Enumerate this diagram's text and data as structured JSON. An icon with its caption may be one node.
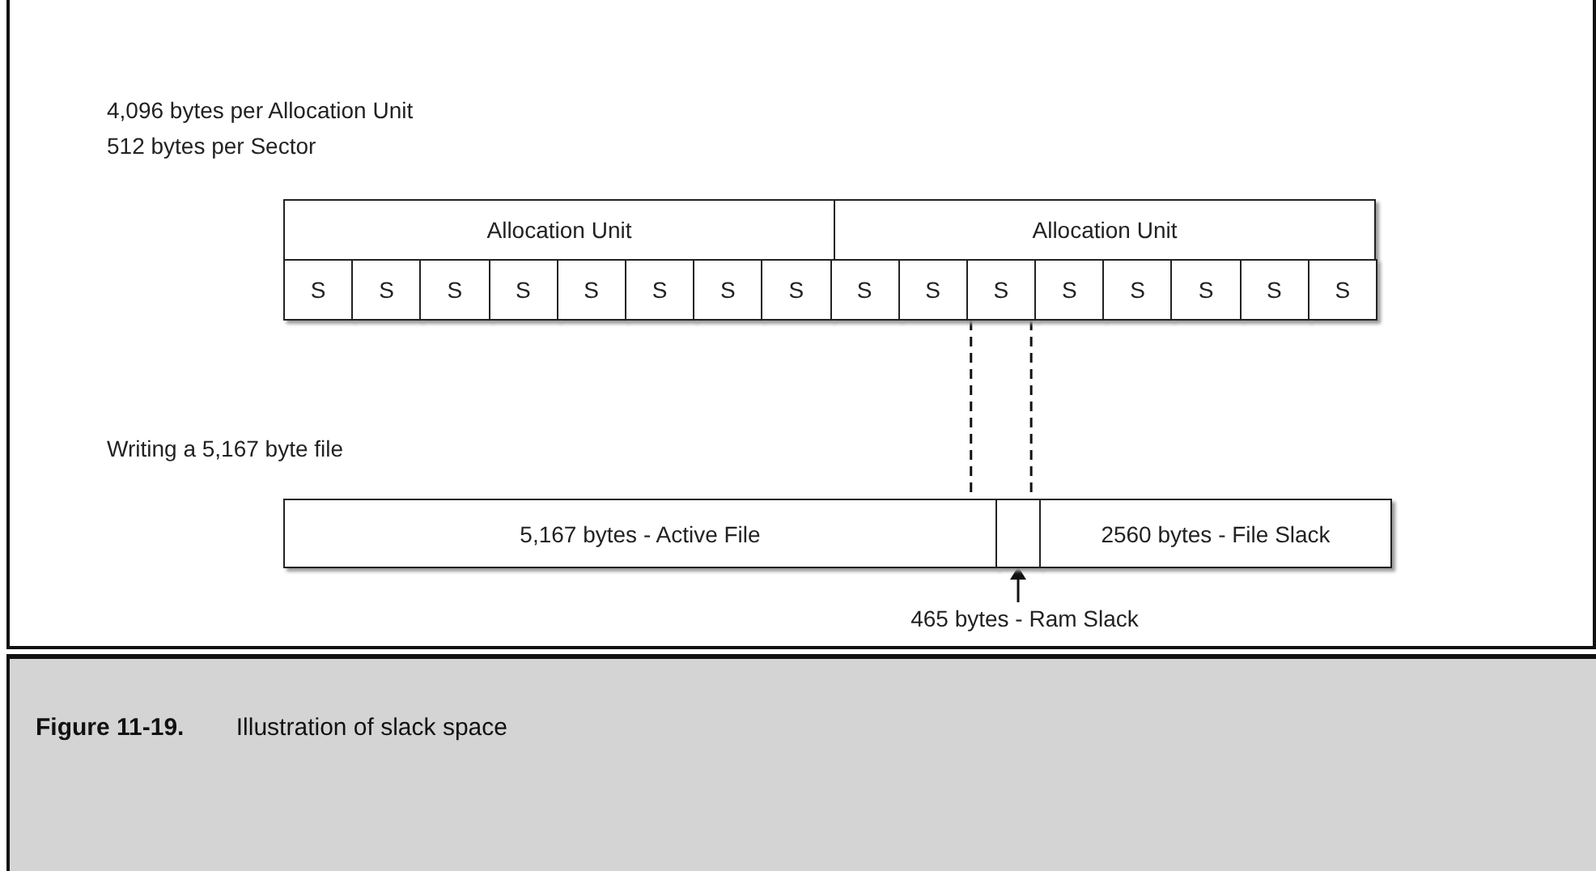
{
  "diagram": {
    "caption": "**Figure 11-19.** Illustration of slack space",
    "nodes": [
      {
        "text": [
          "Allocation Unit"
        ]
      },
      {
        "text": [
          "Allocation Unit"
        ]
      },
      {
        "text": [
          "S"
        ]
      },
      {
        "text": [
          "S"
        ]
      },
      {
        "text": [
          "S"
        ]
      },
      {
        "text": [
          "S"
        ]
      },
      {
        "text": [
          "S"
        ]
      },
      {
        "text": [
          "S"
        ]
      },
      {
        "text": [
          "S"
        ]
      },
      {
        "text": [
          "S"
        ]
      },
      {
        "text": [
          "S"
        ]
      },
      {
        "text": [
          "S"
        ]
      },
      {
        "text": [
          "S"
        ]
      },
      {
        "text": [
          "S"
        ]
      },
      {
        "text": [
          "S"
        ]
      },
      {
        "text": [
          "S"
        ]
      },
      {
        "text": [
          "S"
        ]
      },
      {
        "text": [
          "S"
        ]
      },
      {
        "text": [
          "5,167 bytes - Active File"
        ]
      },
      {
        "text": [],
        "shape": "box"
      },
      {
        "text": [
          "2560 bytes - File Slack"
        ]
      },
      {
        "text": [
          "465 bytes - Ram Slack"
        ]
      }
    ],
    "edges": [
      {
        "from": 12,
        "to": 18,
        "arrow": "none",
        "style": "dashed"
      },
      {
        "from": 12,
        "to": 19,
        "arrow": "none",
        "style": "dashed"
      },
      {
        "from": 21,
        "to": 19,
        "arrow": "to"
      }
    ],
    "labels": [
      "4,096 bytes per Allocation Unit",
      "512 bytes per Sector",
      "Writing a 5,167 byte file"
    ]
  }
}
